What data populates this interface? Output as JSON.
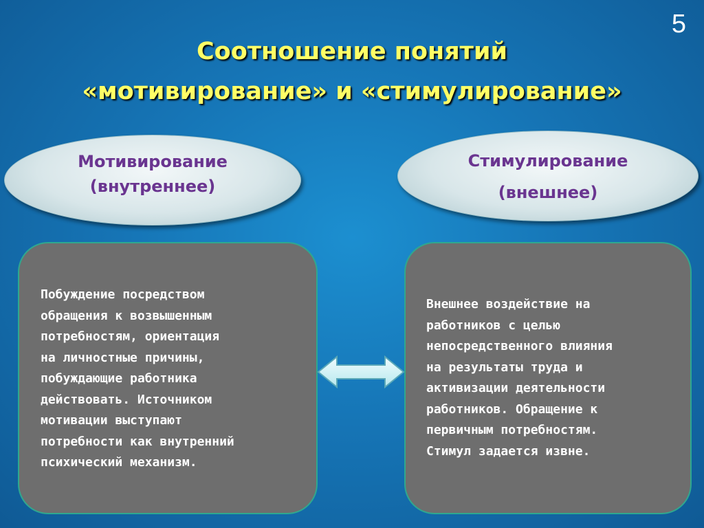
{
  "slide": {
    "number": "5",
    "title_line1": "Соотношение понятий",
    "title_line2": "«мотивирование» и «стимулирование»"
  },
  "left": {
    "heading": "Мотивирование",
    "subheading": "(внутреннее)",
    "description": "Побуждение посредством\nобращения к возвышенным\nпотребностям, ориентация\nна личностные причины,\nпобуждающие работника\nдействовать. Источником\nмотивации выступают\nпотребности как внутренний\nпсихический механизм."
  },
  "right": {
    "heading": "Стимулирование",
    "subheading": "(внешнее)",
    "description": "Внешнее воздействие на\nработников  с целью\nнепосредственного влияния\nна результаты труда и\nактивизации деятельности\nработников. Обращение к\nпервичным потребностям.\nСтимул задается извне."
  },
  "connector": {
    "icon": "double-arrow-icon"
  },
  "colors": {
    "background": "#1675b6",
    "title": "#ffff66",
    "ellipse_text": "#6a3590",
    "box_fill": "#6e6e6e",
    "box_border": "#2fa88f",
    "arrow_fill": "#d8f4f6"
  }
}
